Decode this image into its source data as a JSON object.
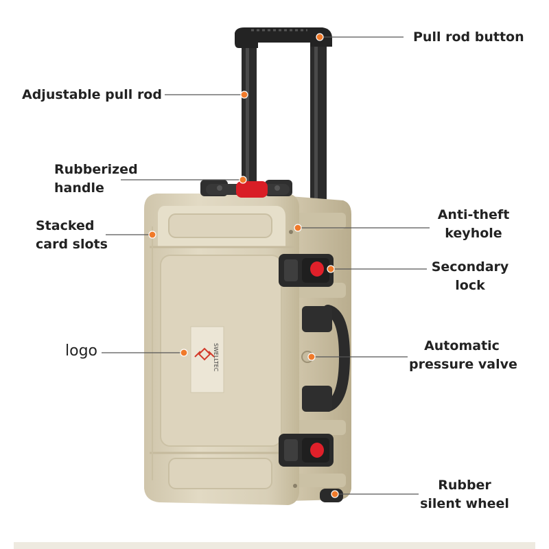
{
  "callouts": {
    "pull_rod_button": "Pull rod button",
    "adjustable_pull_rod": "Adjustable pull rod",
    "rubberized_handle": [
      "Rubberized",
      "handle"
    ],
    "stacked_card_slots": [
      "Stacked",
      "card slots"
    ],
    "anti_theft_keyhole": [
      "Anti-theft",
      "keyhole"
    ],
    "secondary_lock": [
      "Secondary",
      "lock"
    ],
    "logo": "logo",
    "automatic_pressure_valve": [
      "Automatic",
      "pressure valve"
    ],
    "rubber_silent_wheel": [
      "Rubber",
      "silent wheel"
    ]
  },
  "colors": {
    "case_body": "#ddd4bd",
    "case_shadow": "#c3b89c",
    "handle_black": "#2b2b2b",
    "button_red": "#e0202a",
    "marker_orange": "#f07a2a",
    "leader_line": "#555555"
  }
}
